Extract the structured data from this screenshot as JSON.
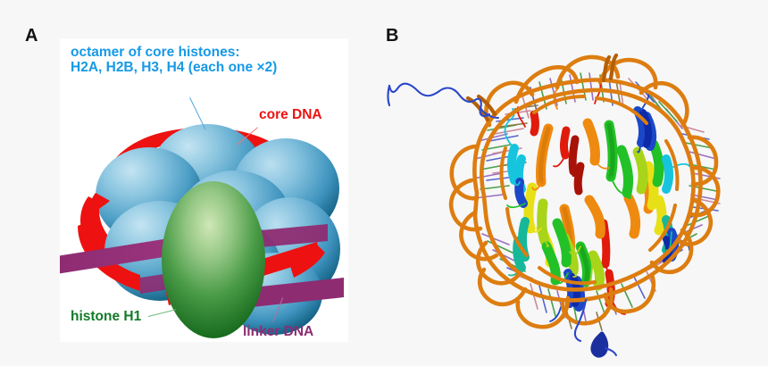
{
  "figure": {
    "background_color": "#f7f7f7",
    "panels": [
      {
        "letter": "A",
        "kind": "schematic-diagram"
      },
      {
        "letter": "B",
        "kind": "molecular-structure"
      }
    ]
  },
  "panel_a": {
    "letter": "A",
    "card_background": "#ffffff",
    "labels": {
      "octamer_line1": "octamer of core histones:",
      "octamer_line2": "H2A, H2B, H3, H4 (each one ×2)",
      "core_dna": "core DNA",
      "histone_h1": "histone H1",
      "linker_dna": "linker DNA"
    },
    "colors": {
      "octamer_text": "#1799e6",
      "core_dna_text": "#ee1111",
      "histone_h1_text": "#127a28",
      "linker_dna_text": "#8e2c72",
      "histone_sphere_light": "#aed8ea",
      "histone_sphere_mid": "#5ba6cc",
      "histone_sphere_dark": "#11607f",
      "core_dna_band": "#ee1111",
      "core_dna_band_shade": "#b50d0d",
      "linker_dna_band": "#8e2c72",
      "linker_dna_band_shade": "#6d1f58",
      "h1_light": "#bcdca2",
      "h1_mid": "#56a34e",
      "h1_dark": "#1f6b21"
    },
    "parts": [
      {
        "name": "core histone sphere",
        "count": 8,
        "color": "#5ba6cc"
      },
      {
        "name": "core DNA coil",
        "turns": 2,
        "color": "#ee1111"
      },
      {
        "name": "linker DNA",
        "color": "#8e2c72"
      },
      {
        "name": "histone H1",
        "shape": "ellipsoid",
        "color": "#56a34e"
      }
    ]
  },
  "panel_b": {
    "letter": "B",
    "description": "nucleosome core particle crystal structure",
    "colors": {
      "dna_backbone": "#dd7d10",
      "dna_backbone_dark": "#b45f08",
      "base_green": "#4aa04a",
      "base_purple": "#9a6fc0",
      "base_blue": "#5566cc",
      "base_pink": "#cc8899",
      "base_olive": "#8a7a40",
      "helix_red": "#e01b0c",
      "helix_darkred": "#a81208",
      "helix_orange": "#ef8a10",
      "helix_yellow": "#e8e017",
      "helix_yellowgreen": "#a8d41a",
      "helix_green": "#22c127",
      "helix_teal": "#17b79a",
      "helix_cyan": "#16c5dd",
      "helix_blue": "#1b48c8",
      "helix_darkblue": "#0f2aa8",
      "tail_blue": "#2b47c9"
    },
    "features": [
      {
        "name": "DNA double helix superhelix",
        "turns": 1.7,
        "color": "#dd7d10"
      },
      {
        "name": "histone octamer core",
        "rendering": "rainbow alpha helices"
      },
      {
        "name": "extended histone tail",
        "position": "upper-left",
        "color": "#2b47c9"
      },
      {
        "name": "histone tail fragment",
        "position": "bottom",
        "color": "#1b2f9e"
      }
    ]
  }
}
